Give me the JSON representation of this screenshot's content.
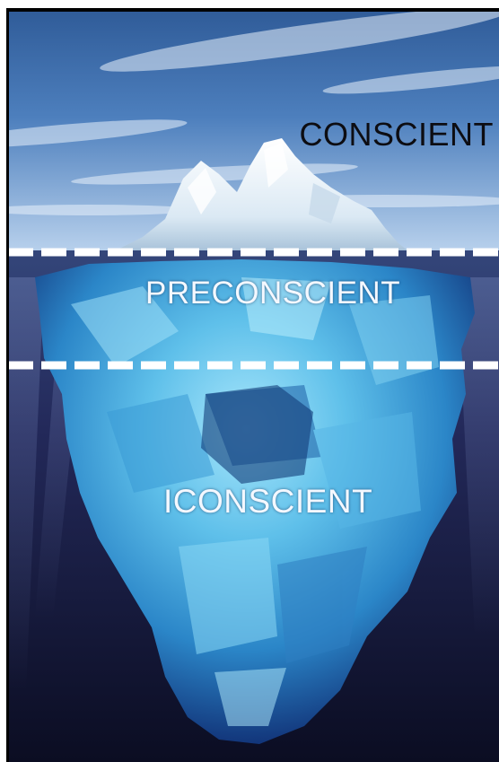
{
  "zones": {
    "conscient": "CONSCIENT",
    "preconscient": "PRECONSCIENT",
    "iconscient": "ICONSCIENT"
  },
  "colors": {
    "sky_top": "#3f6fae",
    "sky_bottom": "#a9c6e6",
    "water_top": "#2e3f6e",
    "water_bottom": "#0d1028",
    "ice_light": "#eaf4fb",
    "ice_mid": "#6fc8ea",
    "ice_deep": "#1f6fb0",
    "divider_line": "#ffffff"
  },
  "icons": {
    "iceberg": "iceberg-icon"
  }
}
